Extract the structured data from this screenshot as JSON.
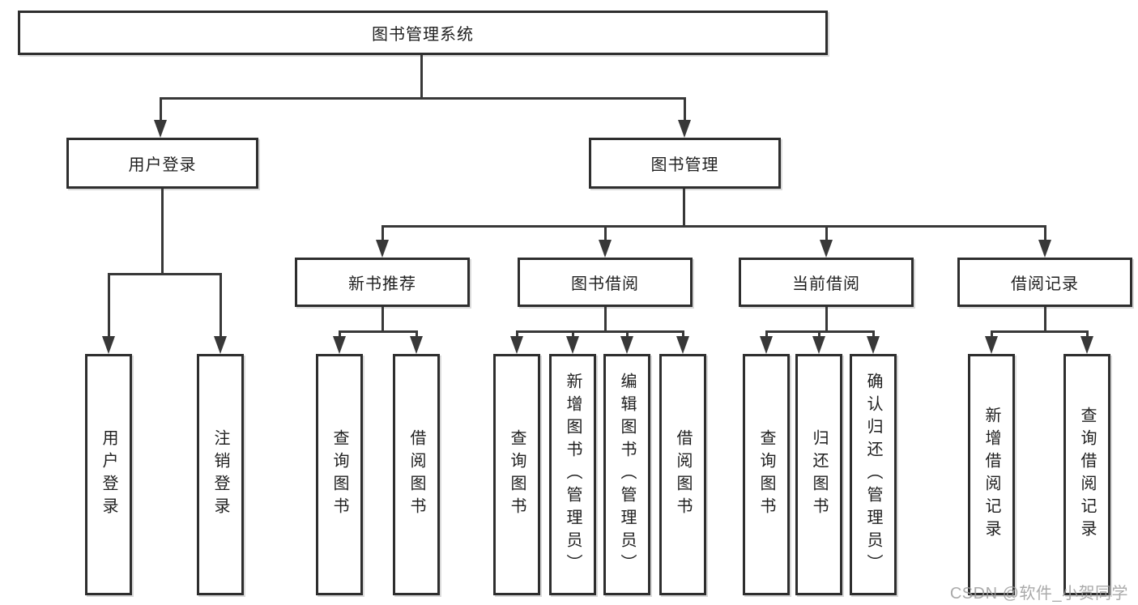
{
  "diagram": {
    "title": "图书管理系统",
    "root": {
      "label": "图书管理系统"
    },
    "level2": [
      {
        "label": "用户登录"
      },
      {
        "label": "图书管理"
      }
    ],
    "level3": [
      {
        "label": "新书推荐"
      },
      {
        "label": "图书借阅"
      },
      {
        "label": "当前借阅"
      },
      {
        "label": "借阅记录"
      }
    ],
    "leaves": [
      {
        "label": "用户登录",
        "parent": "用户登录"
      },
      {
        "label": "注销登录",
        "parent": "用户登录"
      },
      {
        "label": "查询图书",
        "parent": "新书推荐"
      },
      {
        "label": "借阅图书",
        "parent": "新书推荐"
      },
      {
        "label": "查询图书",
        "parent": "图书借阅"
      },
      {
        "label": "新增图书（管理员）",
        "parent": "图书借阅"
      },
      {
        "label": "编辑图书（管理员）",
        "parent": "图书借阅"
      },
      {
        "label": "借阅图书",
        "parent": "图书借阅"
      },
      {
        "label": "查询图书",
        "parent": "当前借阅"
      },
      {
        "label": "归还图书",
        "parent": "当前借阅"
      },
      {
        "label": "确认归还（管理员）",
        "parent": "当前借阅"
      },
      {
        "label": "新增借阅记录",
        "parent": "借阅记录"
      },
      {
        "label": "查询借阅记录",
        "parent": "借阅记录"
      }
    ],
    "watermark": "CSDN @软件_小贺同学",
    "colors": {
      "line": "#383838",
      "box_border": "#2e2e2e",
      "text": "#1f1f1f",
      "background": "#ffffff",
      "watermark": "#9c9c9c"
    }
  }
}
